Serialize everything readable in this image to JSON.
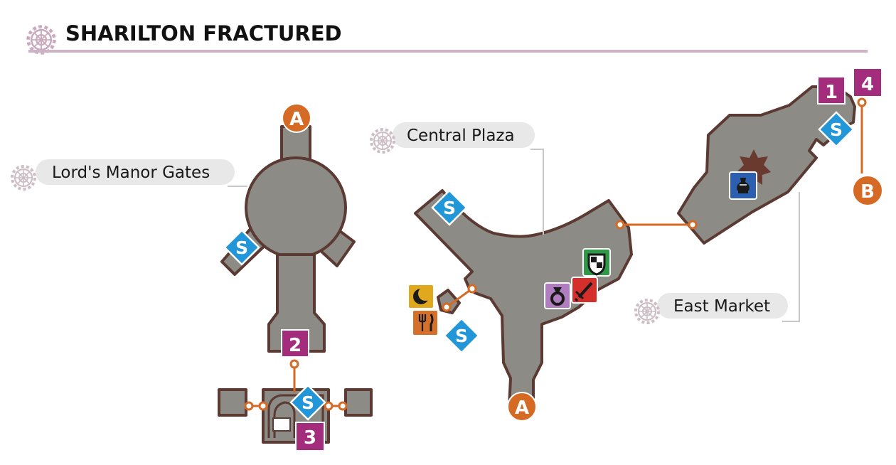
{
  "title": "SHARILTON FRACTURED",
  "areas": [
    {
      "id": "lords-manor-gates",
      "label": "Lord's Manor Gates"
    },
    {
      "id": "central-plaza",
      "label": "Central Plaza"
    },
    {
      "id": "east-market",
      "label": "East Market"
    }
  ],
  "markers": {
    "numbers": [
      "1",
      "2",
      "3",
      "4"
    ],
    "letters": [
      "A",
      "B"
    ],
    "save": "S"
  },
  "icons": {
    "moon": "crescent-moon-icon",
    "inn": "fork-knife-icon",
    "armor": "shield-icon",
    "accessory": "ring-icon",
    "weapon": "sword-icon",
    "item": "potion-icon"
  },
  "colors": {
    "floor": "#8c8b85",
    "wall": "#5a3a32",
    "orange": "#d46a24",
    "magenta": "#a32c7d",
    "save": "#2196d8",
    "label_bg": "#e8e8e8",
    "title_rule": "#cbb5c4",
    "gear": "#cba9be"
  }
}
